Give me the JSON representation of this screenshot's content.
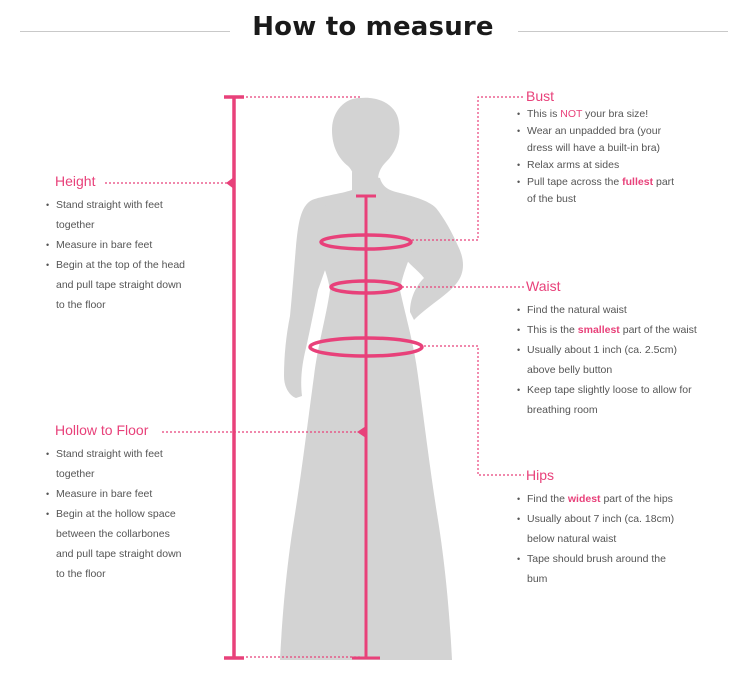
{
  "title": "How to measure",
  "colors": {
    "accent": "#e8417a",
    "silhouette": "#d3d3d3",
    "divider": "#c9c9c9"
  },
  "height": {
    "heading": "Height",
    "items": [
      [
        "Stand straight with feet",
        "together"
      ],
      [
        "Measure in bare feet"
      ],
      [
        "Begin at the top of the head",
        "and pull tape straight down",
        "to the floor"
      ]
    ]
  },
  "hollow": {
    "heading": "Hollow to Floor",
    "items": [
      [
        "Stand straight with feet",
        "together"
      ],
      [
        "Measure in bare feet"
      ],
      [
        "Begin at the hollow space",
        "between the collarbones",
        "and pull tape straight down",
        "to the floor"
      ]
    ]
  },
  "bust": {
    "heading": "Bust",
    "item1": {
      "pre": "This is ",
      "hl": "NOT",
      "post": " your bra size!"
    },
    "item2": [
      "Wear an unpadded bra (your",
      "dress will have a built-in bra)"
    ],
    "item3": "Relax arms at sides",
    "item4": {
      "pre": "Pull tape across the ",
      "hl": "fullest",
      "post": " part",
      "line2": "of the bust"
    }
  },
  "waist": {
    "heading": "Waist",
    "item1": "Find the natural waist",
    "item2": {
      "pre": "This is the ",
      "hl": "smallest",
      "post": " part of the waist"
    },
    "item3": [
      "Usually about 1 inch (ca. 2.5cm)",
      "above belly button"
    ],
    "item4": [
      "Keep tape slightly loose to allow for",
      "breathing room"
    ]
  },
  "hips": {
    "heading": "Hips",
    "item1": {
      "pre": "Find the ",
      "hl": "widest",
      "post": " part of the hips"
    },
    "item2": [
      "Usually about 7 inch (ca. 18cm)",
      "below natural waist"
    ],
    "item3": [
      "Tape should brush around the",
      "bum"
    ]
  }
}
